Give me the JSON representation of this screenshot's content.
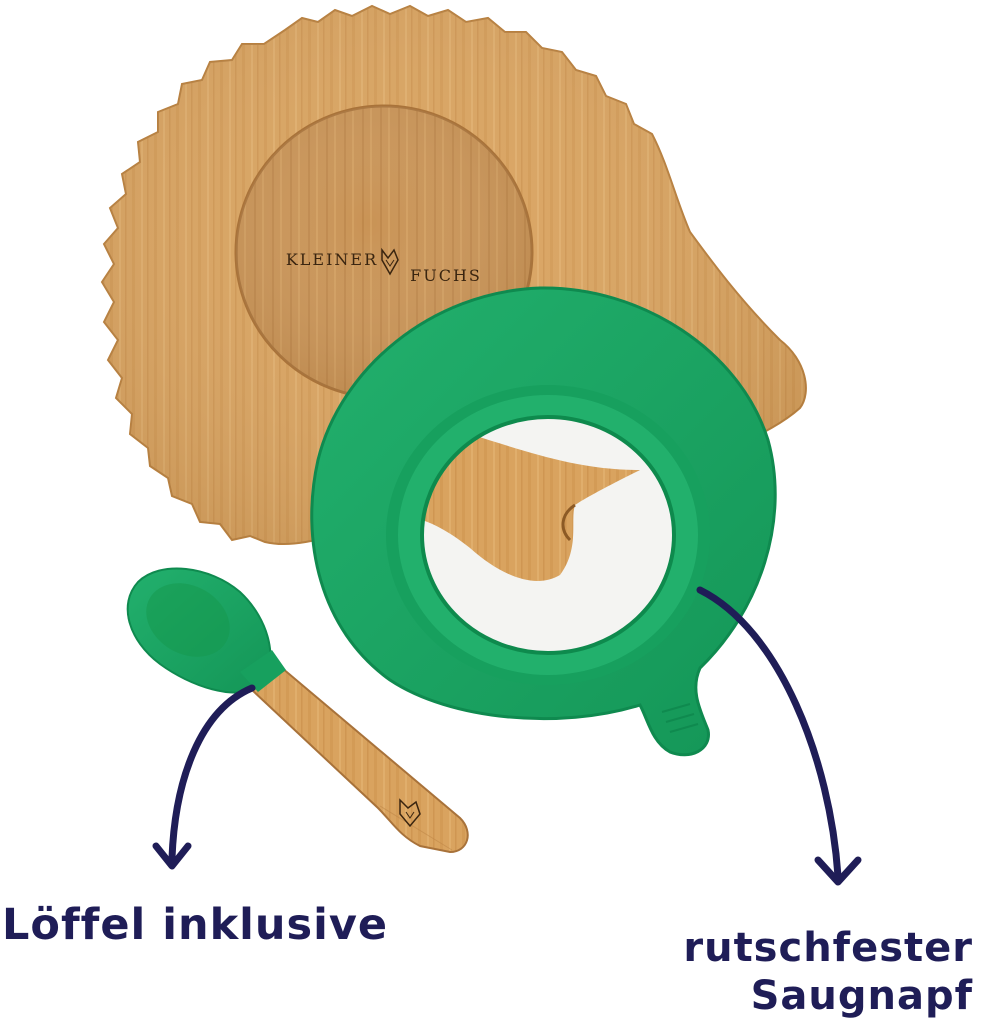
{
  "product": {
    "brand_left": "KLEINER",
    "brand_right": "FUCHS"
  },
  "captions": {
    "spoon": "Löffel inklusive",
    "suction_line1": "rutschfester",
    "suction_line2": "Saugnapf"
  },
  "colors": {
    "bamboo": "#d9a35f",
    "bamboo_dark": "#b07a3a",
    "silicone_green": "#1aa564",
    "silicone_dark": "#0f8a4f",
    "arrow": "#1f1d57"
  },
  "icons": {
    "logo": "fox-head-icon",
    "arrows": "curved-arrow-icon"
  }
}
